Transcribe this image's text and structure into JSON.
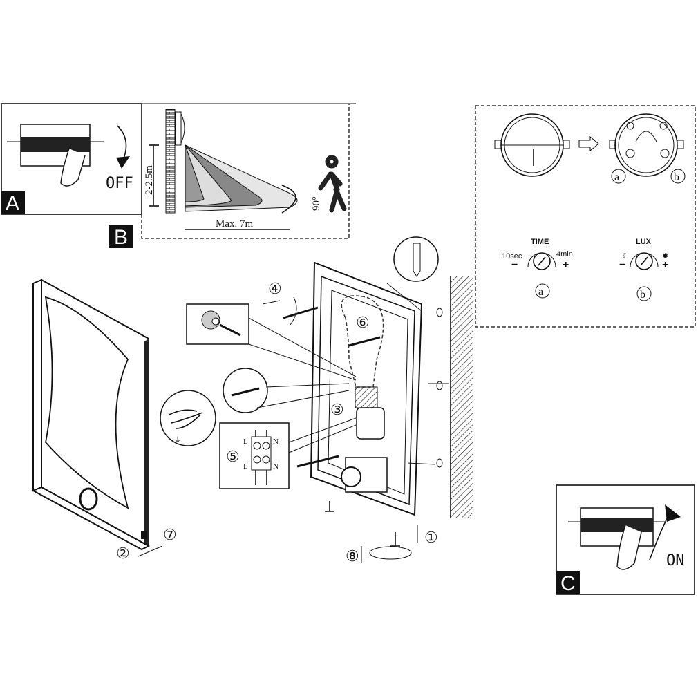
{
  "panel_a": {
    "label": "A",
    "switch_text": "OFF"
  },
  "panel_b": {
    "label": "B",
    "height_text": "2-2.5m",
    "range_text": "Max.  7m",
    "angle_text": "90°"
  },
  "panel_c": {
    "label": "C",
    "switch_text": "ON"
  },
  "settings_panel": {
    "knob_a_label": "a",
    "knob_b_label": "b",
    "time_title": "TIME",
    "time_min": "10sec",
    "time_max": "4min",
    "lux_title": "LUX",
    "minus": "−",
    "plus": "+"
  },
  "terminal": {
    "l_top": "L",
    "n_top": "N",
    "l_bottom": "L",
    "n_bottom": "N"
  },
  "steps": [
    "①",
    "②",
    "③",
    "④",
    "⑤",
    "⑥",
    "⑦",
    "⑧"
  ]
}
